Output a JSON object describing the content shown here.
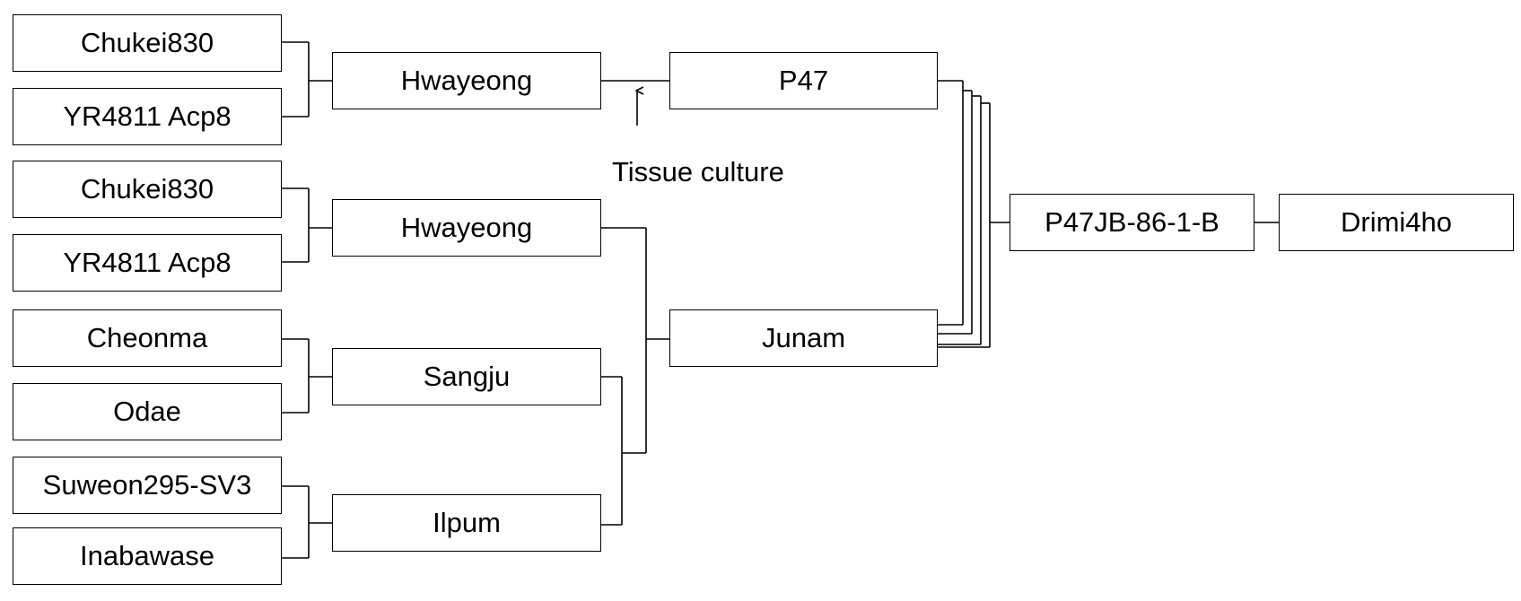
{
  "nodes": {
    "parent_chukei830_a": "Chukei830",
    "parent_yr4811_a": "YR4811 Acp8",
    "parent_chukei830_b": "Chukei830",
    "parent_yr4811_b": "YR4811 Acp8",
    "parent_cheonma": "Cheonma",
    "parent_odae": "Odae",
    "parent_suweon": "Suweon295-SV3",
    "parent_inabawase": "Inabawase",
    "hwayeong_a": "Hwayeong",
    "hwayeong_b": "Hwayeong",
    "sangju": "Sangju",
    "ilpum": "Ilpum",
    "p47": "P47",
    "junam": "Junam",
    "p47jb": "P47JB-86-1-B",
    "drimi4ho": "Drimi4ho"
  },
  "annotation": "Tissue culture"
}
